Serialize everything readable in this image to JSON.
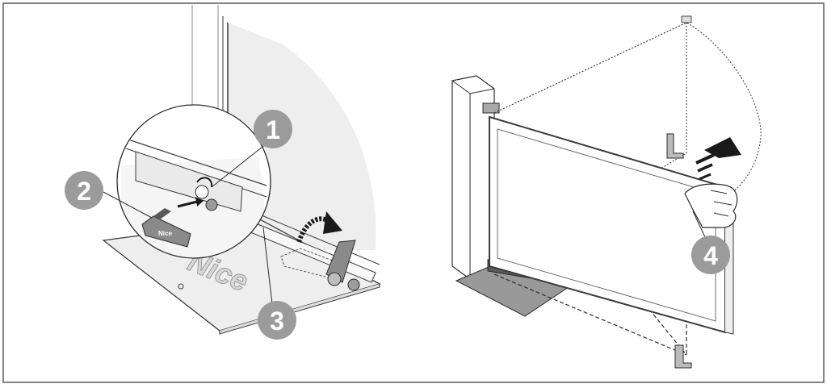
{
  "callouts": {
    "one": "1",
    "two": "2",
    "three": "3",
    "four": "4"
  },
  "brand": {
    "plate_logo": "Nice",
    "key_logo": "Nice"
  },
  "colors": {
    "callout_fill": "#9b9b9b",
    "line": "#2a2a2a",
    "frame": "#5a5a5a",
    "plate": "#eeeeee"
  }
}
